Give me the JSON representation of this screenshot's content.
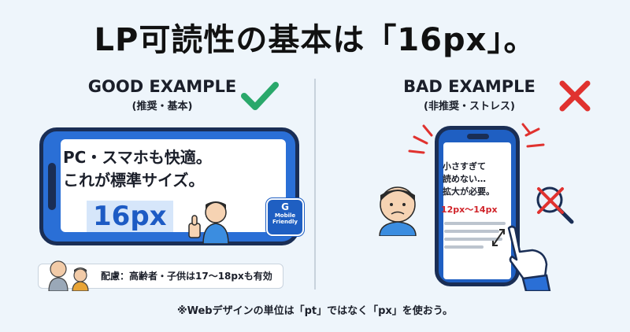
{
  "title": "LP可読性の基本は「16px」。",
  "good": {
    "heading": "GOOD EXAMPLE",
    "subheading": "(推奨・基本)",
    "line1": "PC・スマホも快適。",
    "line2": "これが標準サイズ。",
    "size": "16px",
    "badge_line1": "Mobile",
    "badge_line2": "Friendly",
    "badge_letter": "G",
    "note": "配慮：高齢者・子供は17〜18pxも有効"
  },
  "bad": {
    "heading": "BAD EXAMPLE",
    "subheading": "(非推奨・ストレス)",
    "line1": "小さすぎて",
    "line2": "読めない…",
    "line3": "拡大が必要。",
    "range": "12px〜14px"
  },
  "footnote": "※Webデザインの単位は「pt」ではなく「px」を使おう。",
  "colors": {
    "good_check": "#2aa86b",
    "bad_cross": "#e0322f",
    "phone_blue": "#2a6fd6",
    "phone_frame": "#1a2e55"
  }
}
